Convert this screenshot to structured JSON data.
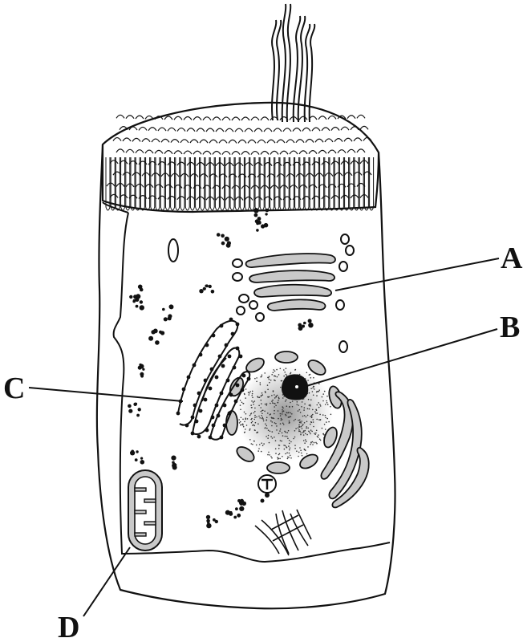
{
  "diagram": {
    "labels": [
      {
        "id": "A",
        "text": "A"
      },
      {
        "id": "B",
        "text": "B"
      },
      {
        "id": "C",
        "text": "C"
      },
      {
        "id": "D",
        "text": "D"
      }
    ],
    "colors": {
      "outline": "#111111",
      "organelle_fill": "#c9c9c9",
      "background": "#ffffff"
    }
  }
}
